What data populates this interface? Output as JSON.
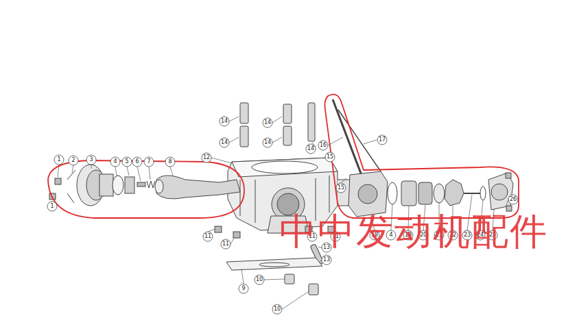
{
  "diagram": {
    "labels": [
      "14",
      "14",
      "17",
      "14",
      "14",
      "16",
      "14",
      "15",
      "12",
      "1",
      "2",
      "3",
      "4",
      "5",
      "6",
      "7",
      "8",
      "15",
      "26",
      "1",
      "11",
      "11",
      "11",
      "18",
      "4",
      "19",
      "20",
      "21",
      "22",
      "23",
      "24",
      "25",
      "11",
      "13",
      "13",
      "10",
      "9",
      "10",
      "中中发动机配件"
    ]
  }
}
